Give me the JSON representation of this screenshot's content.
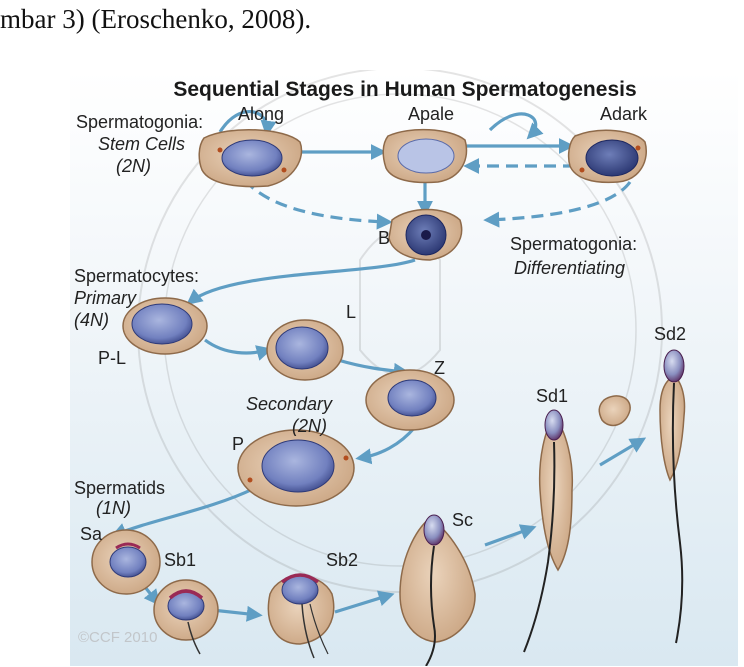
{
  "page": {
    "body_text": "mbar 3) (Eroschenko, 2008)."
  },
  "figure": {
    "title": "Sequential Stages in Human Spermatogenesis",
    "copyright": "©CCF 2010",
    "group_labels": {
      "spermatogonia_stem": "Spermatogonia:",
      "stem_cells": "Stem Cells",
      "stem_ploidy": "(2N)",
      "spermatogonia_diff": "Spermatogonia:",
      "differentiating": "Differentiating",
      "spermatocytes": "Spermatocytes:",
      "primary": "Primary",
      "primary_ploidy": "(4N)",
      "secondary": "Secondary",
      "secondary_ploidy": "(2N)",
      "spermatids": "Spermatids",
      "spermatid_ploidy": "(1N)"
    },
    "stage_labels": {
      "along": "Along",
      "apale": "Apale",
      "adark": "Adark",
      "b": "B",
      "pl": "P-L",
      "l": "L",
      "z": "Z",
      "p": "P",
      "sa": "Sa",
      "sb1": "Sb1",
      "sb2": "Sb2",
      "sc": "Sc",
      "sd1": "Sd1",
      "sd2": "Sd2"
    },
    "colors": {
      "arrow": "#5f9ec4",
      "cytoplasm": "#dcbfa2",
      "nucleus": "#7f8fc4",
      "acrosome": "#9a2a55",
      "background_top": "#ffffff",
      "background_bottom": "#d9e8f1"
    }
  }
}
